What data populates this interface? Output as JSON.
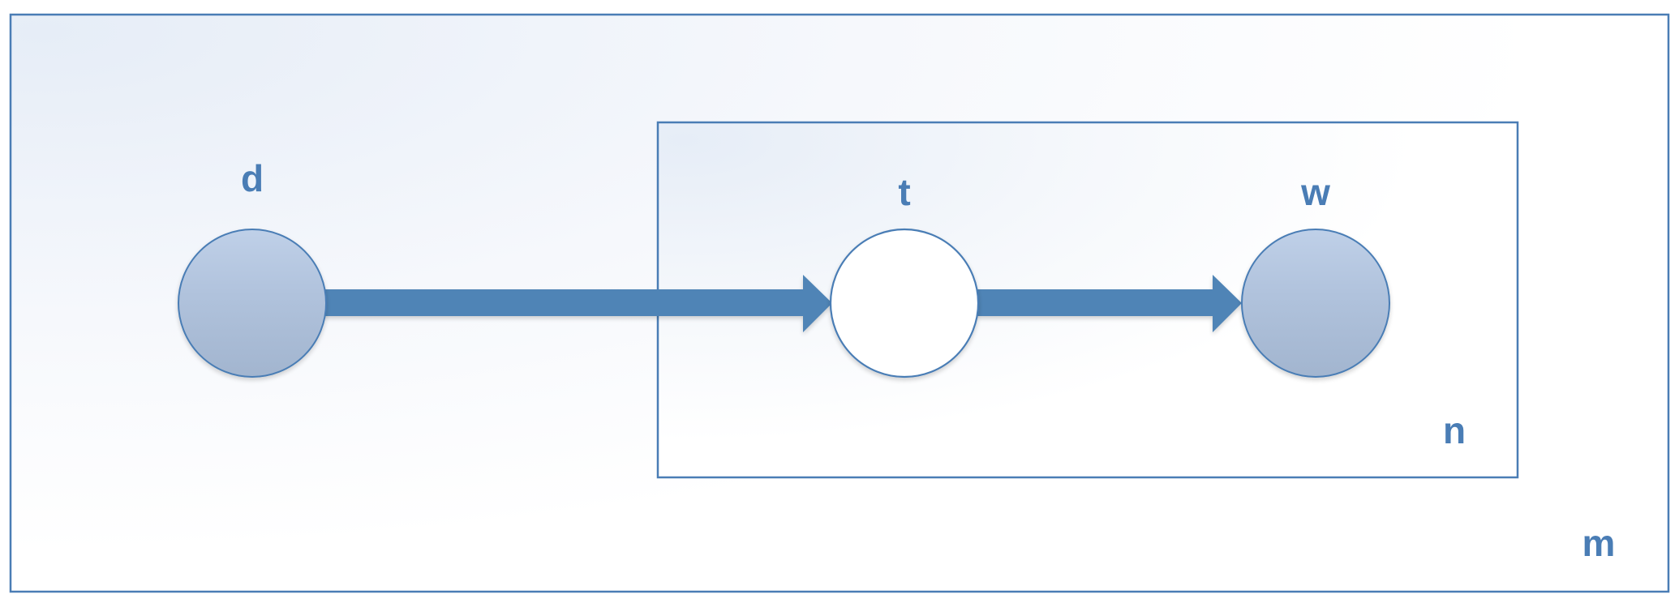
{
  "nodes": {
    "d": {
      "label": "d",
      "observed": true
    },
    "t": {
      "label": "t",
      "observed": false
    },
    "w": {
      "label": "w",
      "observed": true
    }
  },
  "plates": {
    "outer": {
      "label": "m"
    },
    "inner": {
      "label": "n"
    }
  },
  "edges": [
    {
      "from": "d",
      "to": "t"
    },
    {
      "from": "t",
      "to": "w"
    }
  ],
  "colors": {
    "stroke": "#4a7db5",
    "arrow": "#4f84b6",
    "label": "#4a7db5",
    "observed_fill_top": "#bccee6",
    "observed_fill_bottom": "#a4b7d1",
    "latent_fill": "#ffffff",
    "plate_tint": "#e9eff8"
  }
}
